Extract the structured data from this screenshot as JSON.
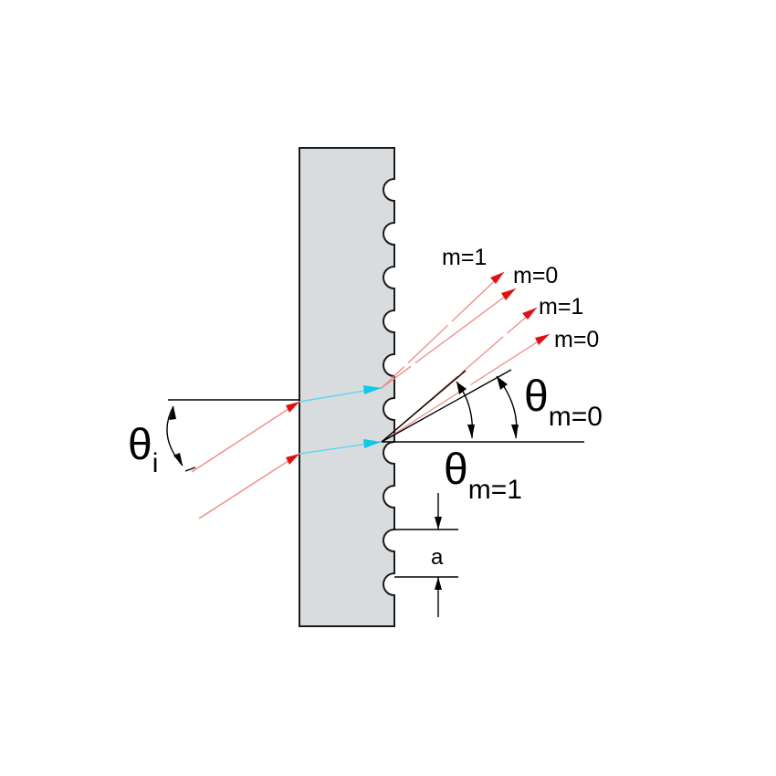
{
  "colors": {
    "plate_fill": "#d9dcdf",
    "plate_stroke": "#1a1a1a",
    "incident_ray": "#f08a8a",
    "refracted_ray": "#5fd6ea",
    "arrowhead_red": "#e01010",
    "arrowhead_cyan": "#10c8e8",
    "dim_line": "#000000"
  },
  "labels": {
    "order_1a": "m=1",
    "order_0a": "m=0",
    "order_1b": "m=1",
    "order_0b": "m=0",
    "theta_symbol": "θ",
    "theta_i_sub": "i",
    "theta_m0_sub": "m=0",
    "theta_m1_sub": "m=1",
    "period": "a"
  },
  "icons": {
    "grating_plate": "transmission-grating-icon",
    "ray_arrow": "arrowhead-icon"
  }
}
